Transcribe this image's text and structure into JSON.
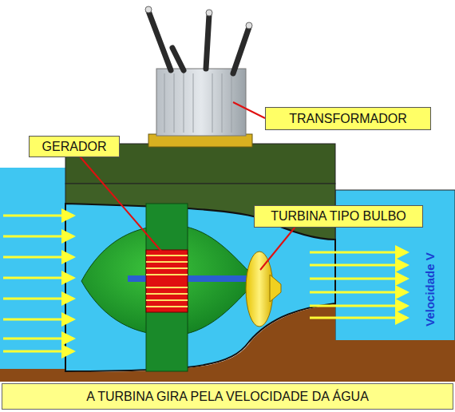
{
  "diagram": {
    "nodes": [
      {
        "text": [
          "TRANSFORMADOR"
        ]
      },
      {
        "text": [
          "GERADOR"
        ]
      },
      {
        "text": [
          "TURBINA TIPO BULBO"
        ]
      },
      {
        "text": [
          "A TURBINA GIRA PELA VELOCIDADE DA ÁGUA"
        ]
      }
    ],
    "labels": [
      "Velocidade V"
    ]
  }
}
